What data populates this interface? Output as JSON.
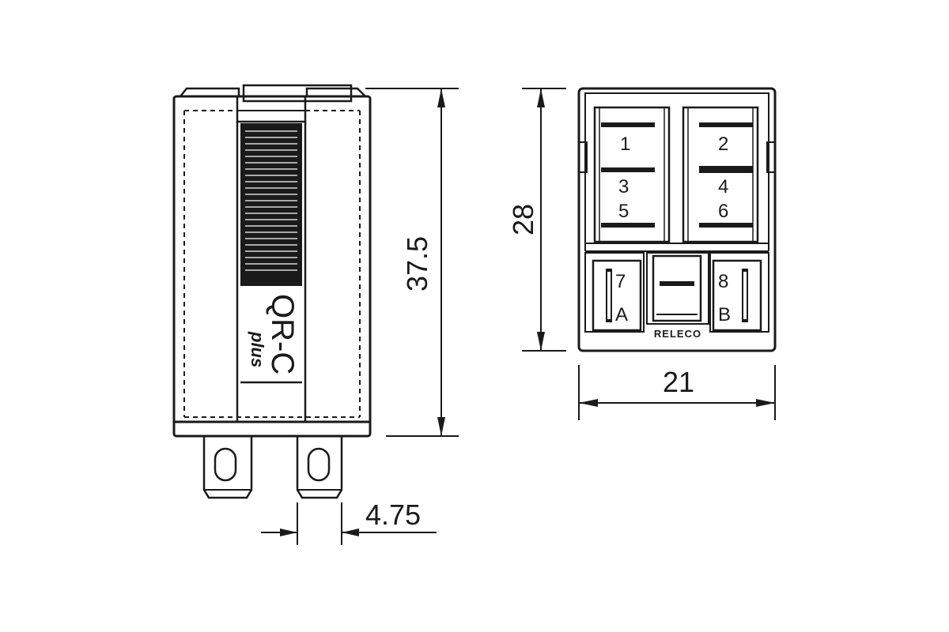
{
  "dimensions": {
    "height_side": "37.5",
    "height_front": "28",
    "width_front": "21",
    "pin_spacing": "4.75"
  },
  "side_view": {
    "model_label": "QR-C",
    "model_sublabel": "plus"
  },
  "front_view": {
    "brand": "RELECO",
    "contacts": {
      "c1": "1",
      "c2": "2",
      "c3": "3",
      "c4": "4",
      "c5": "5",
      "c6": "6",
      "coil_7": "7",
      "coil_a": "A",
      "coil_8": "8",
      "coil_b": "B"
    }
  },
  "colors": {
    "line": "#1a1a1a",
    "background": "#ffffff"
  }
}
